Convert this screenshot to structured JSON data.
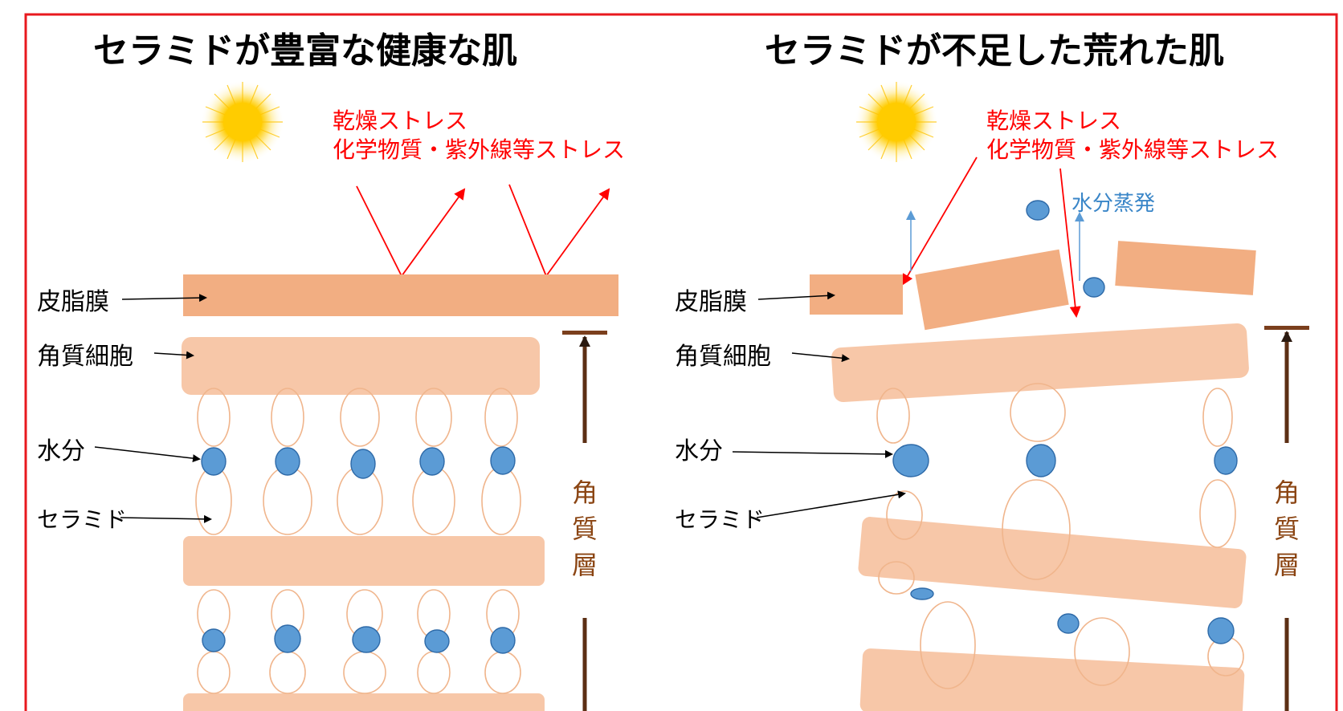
{
  "left_panel": {
    "title": "セラミドが豊富な健康な肌",
    "stress_line1": "乾燥ストレス",
    "stress_line2": "化学物質・紫外線等ストレス",
    "label_sebum": "皮脂膜",
    "label_corneocyte": "角質細胞",
    "label_water": "水分",
    "label_ceramide": "セラミド",
    "layer_char1": "角",
    "layer_char2": "質",
    "layer_char3": "層"
  },
  "right_panel": {
    "title": "セラミドが不足した荒れた肌",
    "stress_line1": "乾燥ストレス",
    "stress_line2": "化学物質・紫外線等ストレス",
    "evaporation": "水分蒸発",
    "label_sebum": "皮脂膜",
    "label_corneocyte": "角質細胞",
    "label_water": "水分",
    "label_ceramide": "セラミド",
    "layer_char1": "角",
    "layer_char2": "質",
    "layer_char3": "層"
  },
  "colors": {
    "frame": "#e8191e",
    "sebum": "#f2ae82",
    "corneocyte": "#f7c7a8",
    "water": "#5b9bd5",
    "water_stroke": "#2e6aa8",
    "ceramide": "#f0b58c",
    "stress": "#ff0000",
    "evaporation": "#5b9bd5",
    "layer_bar": "#7b3f1d",
    "layer_text": "#8b4513"
  }
}
